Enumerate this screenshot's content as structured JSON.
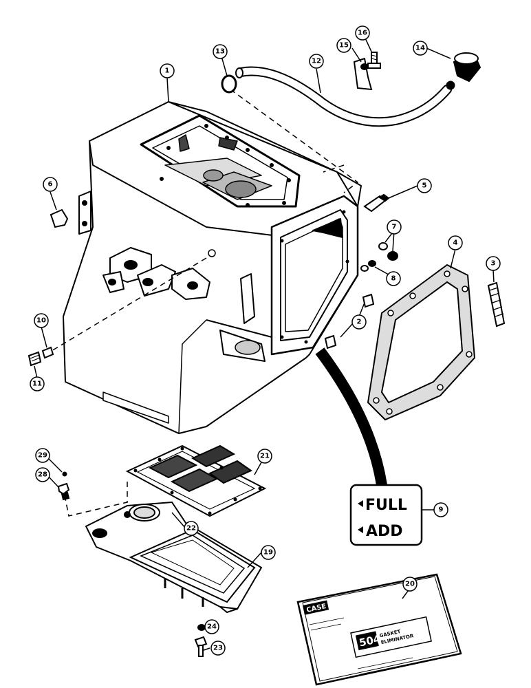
{
  "callouts": [
    "1",
    "2",
    "3",
    "4",
    "5",
    "6",
    "7",
    "8",
    "9",
    "10",
    "11",
    "12",
    "13",
    "14",
    "15",
    "16",
    "19",
    "20",
    "21",
    "22",
    "23",
    "24",
    "28",
    "29"
  ],
  "decal": {
    "line1": "FULL",
    "line2": "ADD"
  },
  "sealant": {
    "brand": "CASE",
    "product_number": "504",
    "product_name_1": "GASKET",
    "product_name_2": "ELIMINATOR"
  }
}
